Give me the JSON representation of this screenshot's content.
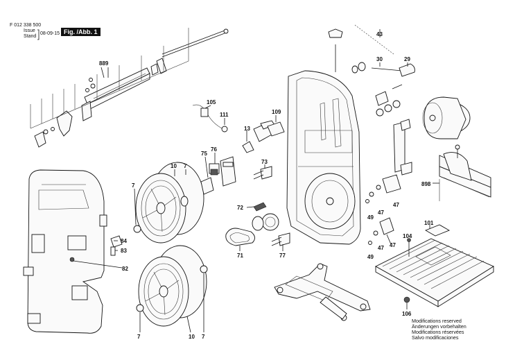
{
  "header": {
    "code": "F 012 338 500",
    "issue_label": "Issue",
    "stand_label": "Stand",
    "date": "08-09-15",
    "fig_label": "Fig. /Abb. 1"
  },
  "notes": [
    "Modifications reserved",
    "Änderungen vorbehalten",
    "Modifications réservées",
    "Salvo modificaciones"
  ],
  "part_labels": [
    "889",
    "43",
    "30",
    "29",
    "105",
    "111",
    "109",
    "13",
    "76",
    "75",
    "73",
    "10",
    "7",
    "7",
    "898",
    "84",
    "83",
    "82",
    "72",
    "71",
    "77",
    "49",
    "47",
    "47",
    "49",
    "47",
    "47",
    "104",
    "101",
    "10",
    "7",
    "7",
    "106"
  ]
}
